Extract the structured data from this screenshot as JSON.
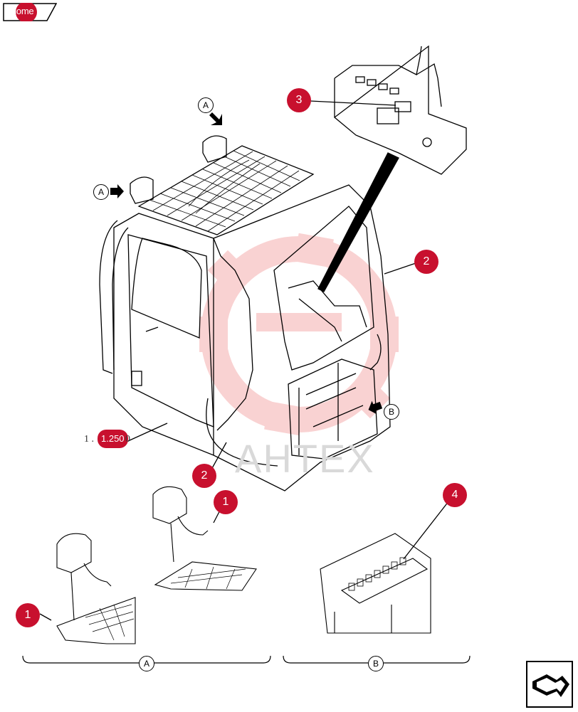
{
  "nav": {
    "home_label": "home"
  },
  "callouts": [
    {
      "id": "c3",
      "label": "3"
    },
    {
      "id": "c2a",
      "label": "2"
    },
    {
      "id": "c2b",
      "label": "2"
    },
    {
      "id": "c1a",
      "label": "1"
    },
    {
      "id": "c1b",
      "label": "1"
    },
    {
      "id": "c4",
      "label": "4"
    }
  ],
  "reference": {
    "prefix": "1 .",
    "badge": "1.250",
    "suffix": "0"
  },
  "view_markers": {
    "A": "A",
    "B": "B"
  },
  "watermark": "AHTEX",
  "colors": {
    "callout": "#c8102e",
    "watermark": "#f4b8b8",
    "line": "#000000"
  },
  "icons": {
    "home": "home-tab-icon",
    "next": "next-page-icon",
    "arrow": "view-arrow-icon"
  }
}
